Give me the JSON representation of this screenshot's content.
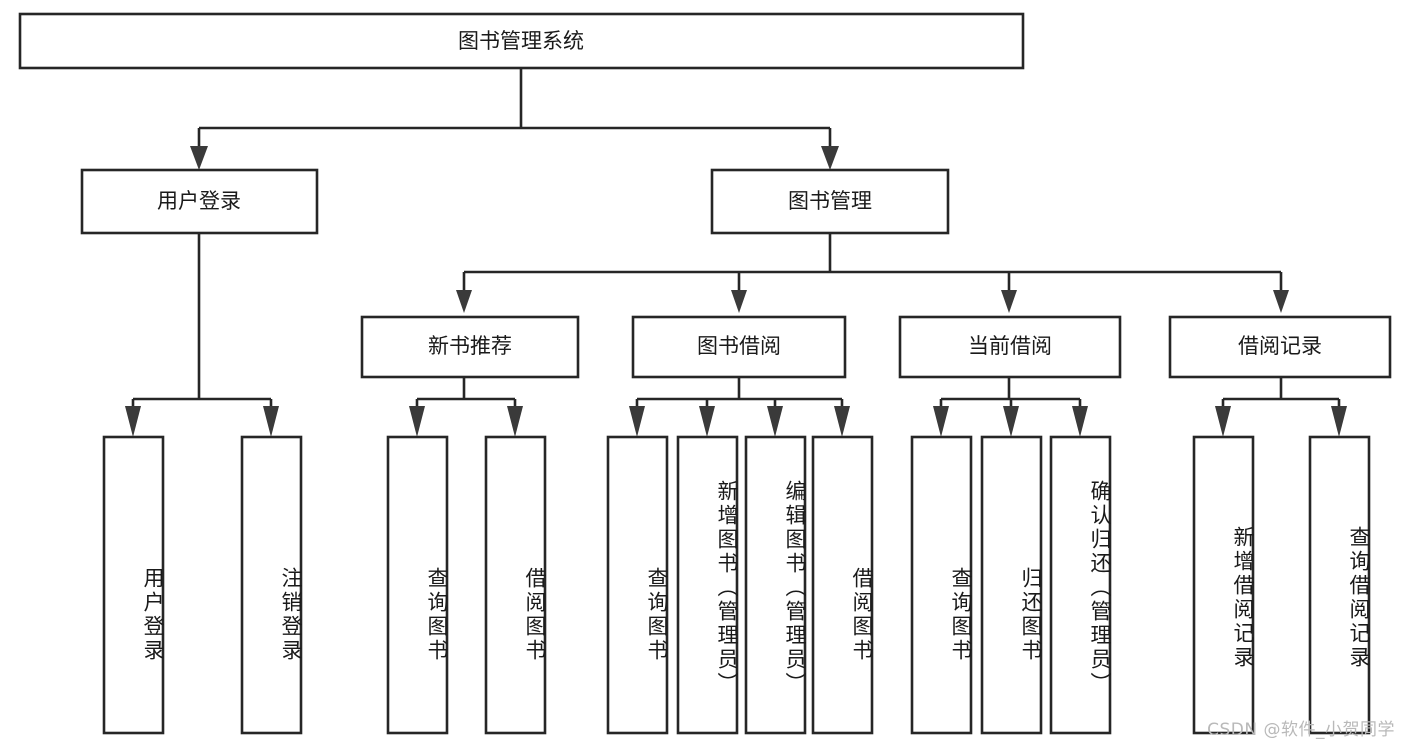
{
  "diagram": {
    "type": "tree",
    "title": "图书管理系统",
    "watermark": "CSDN @软件_小贺同学",
    "colors": {
      "box_stroke": "#262626",
      "box_fill": "#ffffff",
      "text": "#1a1a1a",
      "arrow": "#3a3a3a",
      "watermark": "#b9b9b9",
      "background": "#ffffff"
    },
    "levels": {
      "root": {
        "label": "图书管理系统",
        "orientation": "horizontal"
      },
      "level2": [
        {
          "label": "用户登录",
          "orientation": "horizontal"
        },
        {
          "label": "图书管理",
          "orientation": "horizontal"
        }
      ],
      "level3": [
        {
          "label": "新书推荐",
          "orientation": "horizontal",
          "parent": "图书管理"
        },
        {
          "label": "图书借阅",
          "orientation": "horizontal",
          "parent": "图书管理"
        },
        {
          "label": "当前借阅",
          "orientation": "horizontal",
          "parent": "图书管理"
        },
        {
          "label": "借阅记录",
          "orientation": "horizontal",
          "parent": "图书管理"
        }
      ],
      "leaves": [
        {
          "label": "用户登录",
          "orientation": "vertical",
          "parent": "用户登录"
        },
        {
          "label": "注销登录",
          "orientation": "vertical",
          "parent": "用户登录"
        },
        {
          "label": "查询图书",
          "orientation": "vertical",
          "parent": "新书推荐"
        },
        {
          "label": "借阅图书",
          "orientation": "vertical",
          "parent": "新书推荐"
        },
        {
          "label": "查询图书",
          "orientation": "vertical",
          "parent": "图书借阅"
        },
        {
          "label": "新增图书（管理员）",
          "orientation": "vertical",
          "parent": "图书借阅"
        },
        {
          "label": "编辑图书（管理员）",
          "orientation": "vertical",
          "parent": "图书借阅"
        },
        {
          "label": "借阅图书",
          "orientation": "vertical",
          "parent": "图书借阅"
        },
        {
          "label": "查询图书",
          "orientation": "vertical",
          "parent": "当前借阅"
        },
        {
          "label": "归还图书",
          "orientation": "vertical",
          "parent": "当前借阅"
        },
        {
          "label": "确认归还（管理员）",
          "orientation": "vertical",
          "parent": "当前借阅"
        },
        {
          "label": "新增借阅记录",
          "orientation": "vertical",
          "parent": "借阅记录"
        },
        {
          "label": "查询借阅记录",
          "orientation": "vertical",
          "parent": "借阅记录"
        }
      ]
    }
  }
}
